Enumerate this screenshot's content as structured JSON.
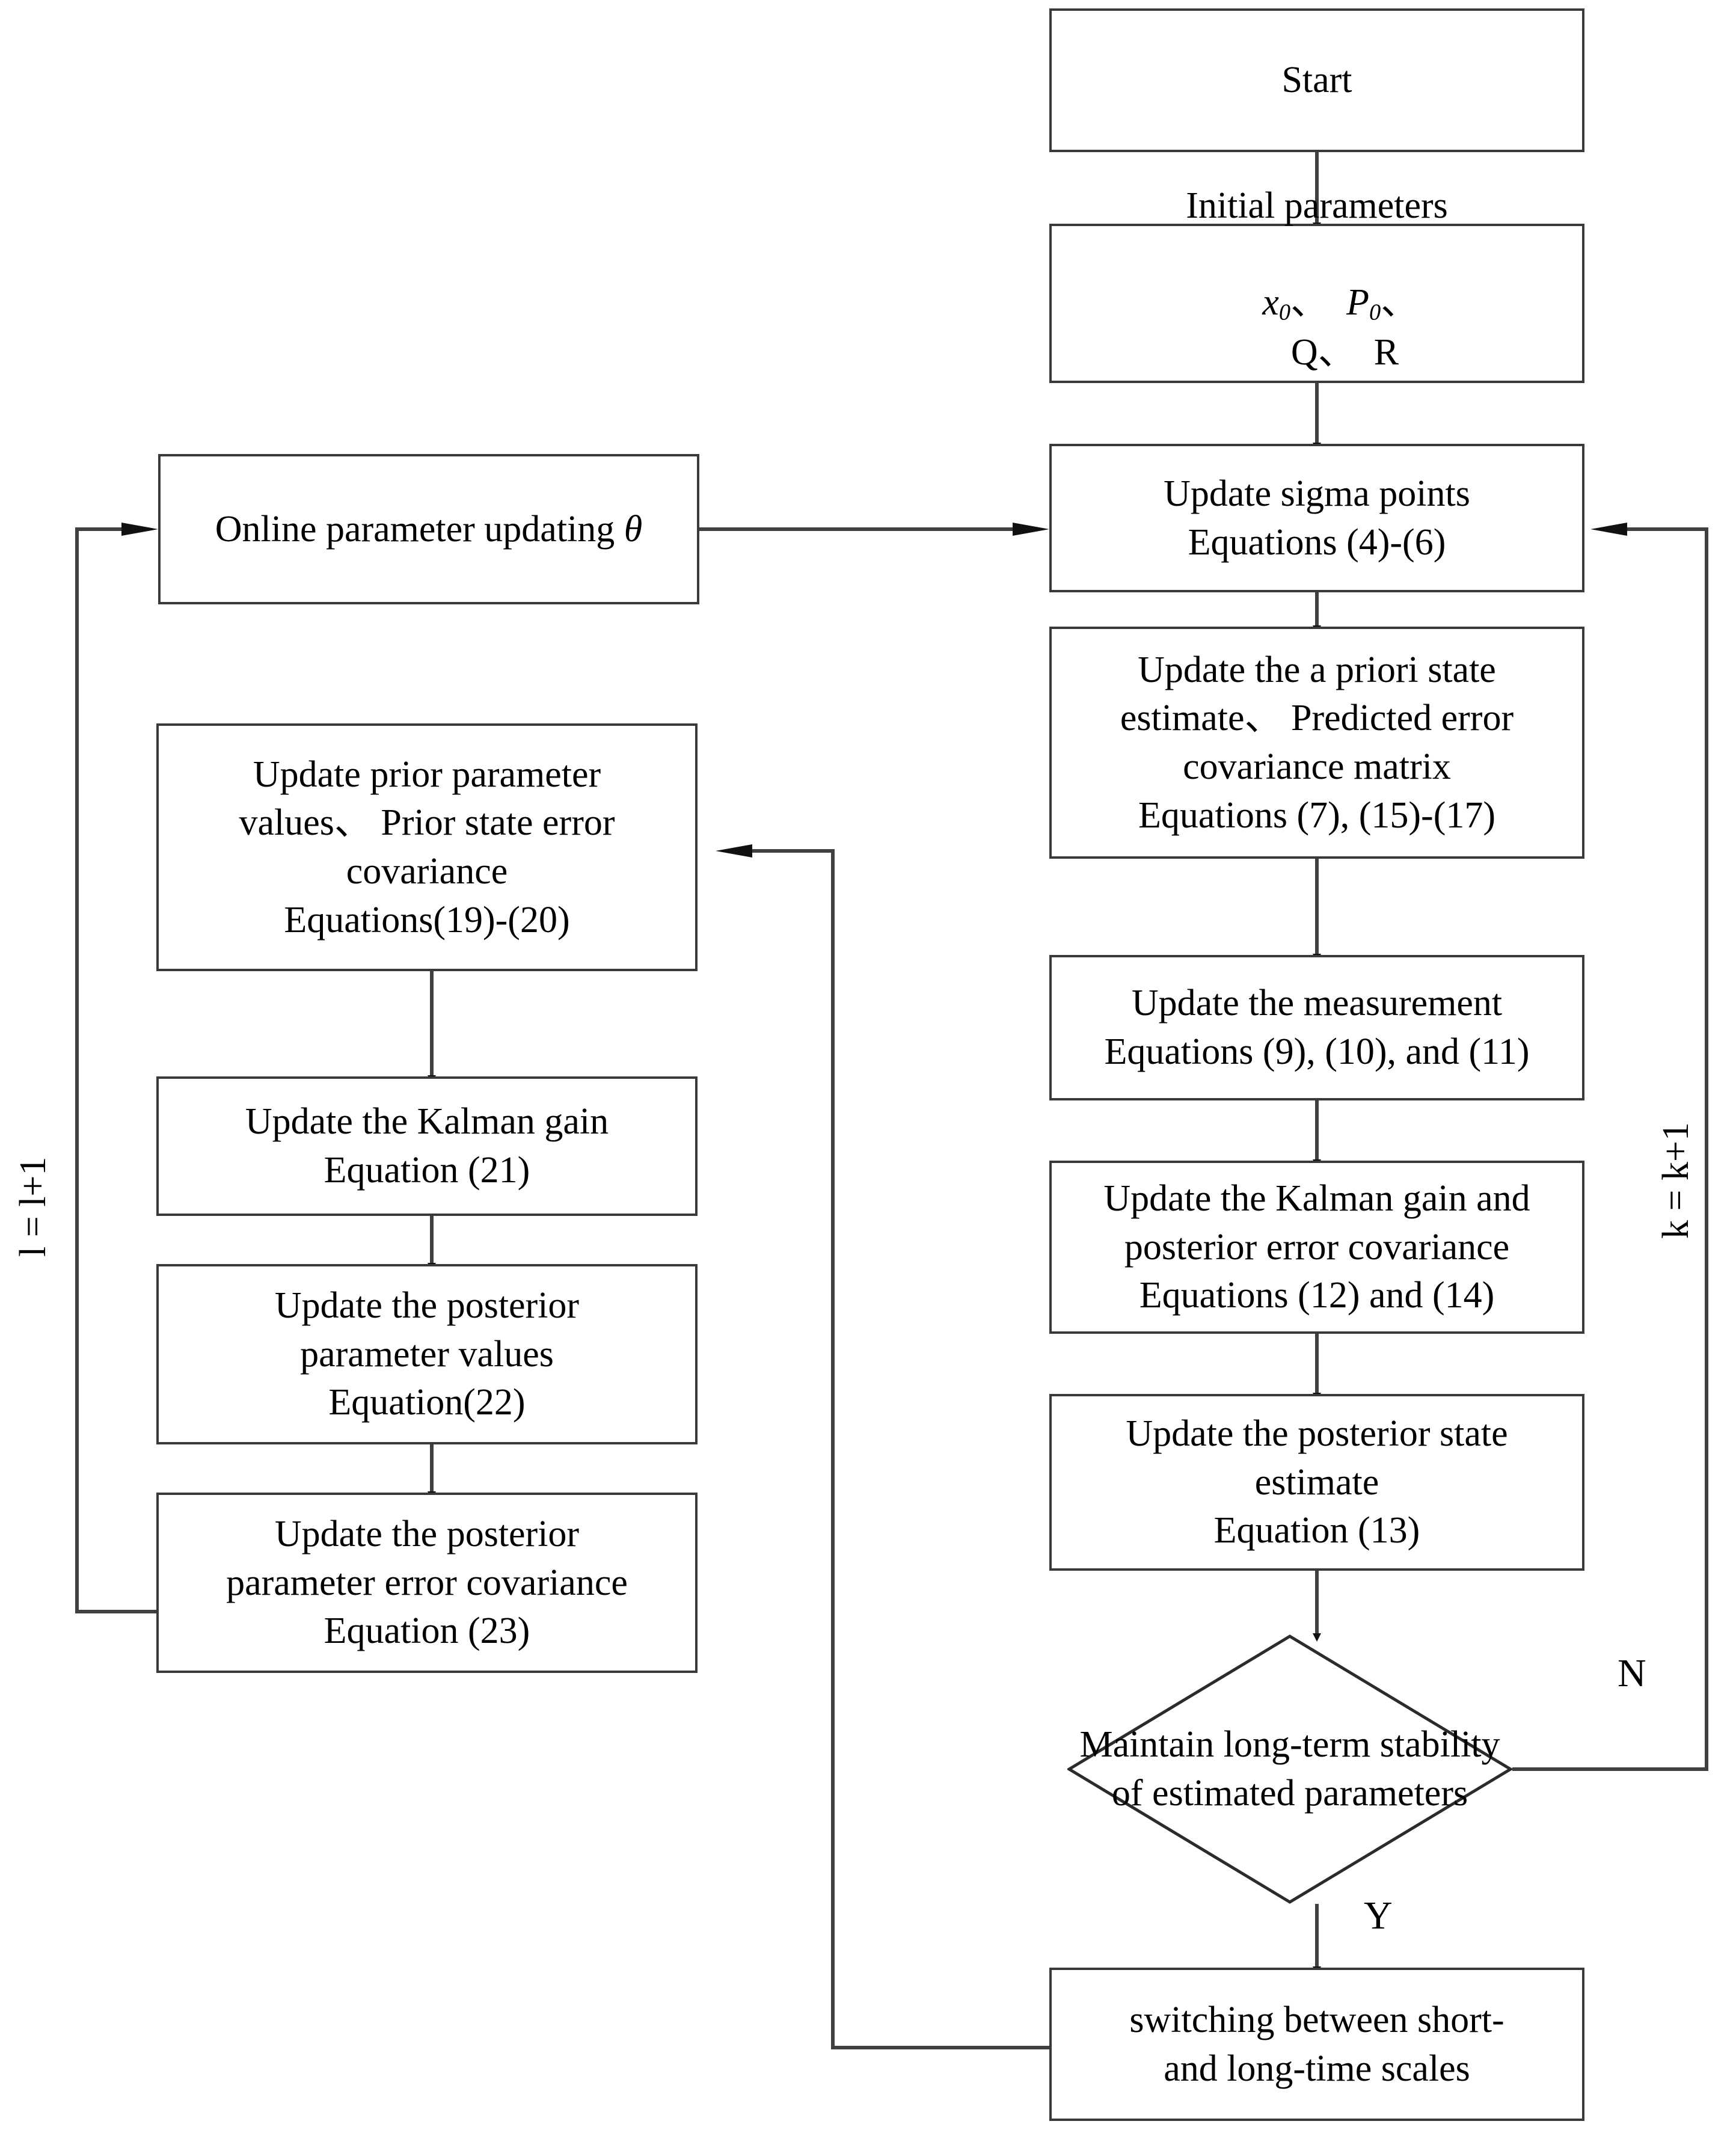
{
  "diagram": {
    "type": "flowchart",
    "title": "Dual unscented Kalman filter state and parameter estimation flowchart",
    "colors": {
      "box_border": "#3a3a3a",
      "wire": "#404040",
      "background": "#ffffff",
      "text": "#000000"
    },
    "nodes": {
      "start": {
        "label": "Start",
        "shape": "rect"
      },
      "initial_parameters": {
        "line1": "Initial parameters",
        "line2_parts": [
          "x",
          "0",
          "、  ",
          "P",
          "0",
          "、  Q、  R"
        ],
        "line2_plain": "x0、 P0、 Q、 R",
        "shape": "rect"
      },
      "update_sigma_points": {
        "line1": "Update sigma points",
        "line2": "Equations (4)-(6)",
        "shape": "rect"
      },
      "update_priori_state": {
        "line1": "Update the a priori state",
        "line2": "estimate、 Predicted error",
        "line3": "covariance matrix",
        "line4": "Equations (7), (15)-(17)",
        "shape": "rect"
      },
      "update_measurement": {
        "line1": "Update the measurement",
        "line2": "Equations (9), (10), and (11)",
        "shape": "rect"
      },
      "update_kalman_gain_post_cov": {
        "line1": "Update the Kalman gain and",
        "line2": "posterior error covariance",
        "line3": "Equations (12) and (14)",
        "shape": "rect"
      },
      "update_posterior_state": {
        "line1": "Update the posterior state",
        "line2": "estimate",
        "line3": "Equation (13)",
        "shape": "rect"
      },
      "decision_stability": {
        "line1": "Maintain long-term",
        "line2": "stability of estimated",
        "line3": "parameters",
        "shape": "diamond"
      },
      "switching_scales": {
        "line1": "switching between short-",
        "line2": "and long-time scales",
        "shape": "rect"
      },
      "online_parameter_updating": {
        "text": "Online parameter updating ",
        "symbol": "θ",
        "shape": "rect"
      },
      "update_prior_parameter": {
        "line1": "Update prior parameter",
        "line2": "values、 Prior state error",
        "line3": "covariance",
        "line4": "Equations(19)-(20)",
        "shape": "rect"
      },
      "update_kalman_gain_param": {
        "line1": "Update the Kalman gain",
        "line2": "Equation (21)",
        "shape": "rect"
      },
      "update_posterior_param_values": {
        "line1": "Update the posterior",
        "line2": "parameter values",
        "line3": "Equation(22)",
        "shape": "rect"
      },
      "update_posterior_param_cov": {
        "line1": "Update the posterior",
        "line2": "parameter error covariance",
        "line3": "Equation (23)",
        "shape": "rect"
      }
    },
    "edge_labels": {
      "decision_no": "N",
      "decision_yes": "Y",
      "left_loop_counter": "l = l+1",
      "right_loop_counter": "k = k+1"
    }
  }
}
